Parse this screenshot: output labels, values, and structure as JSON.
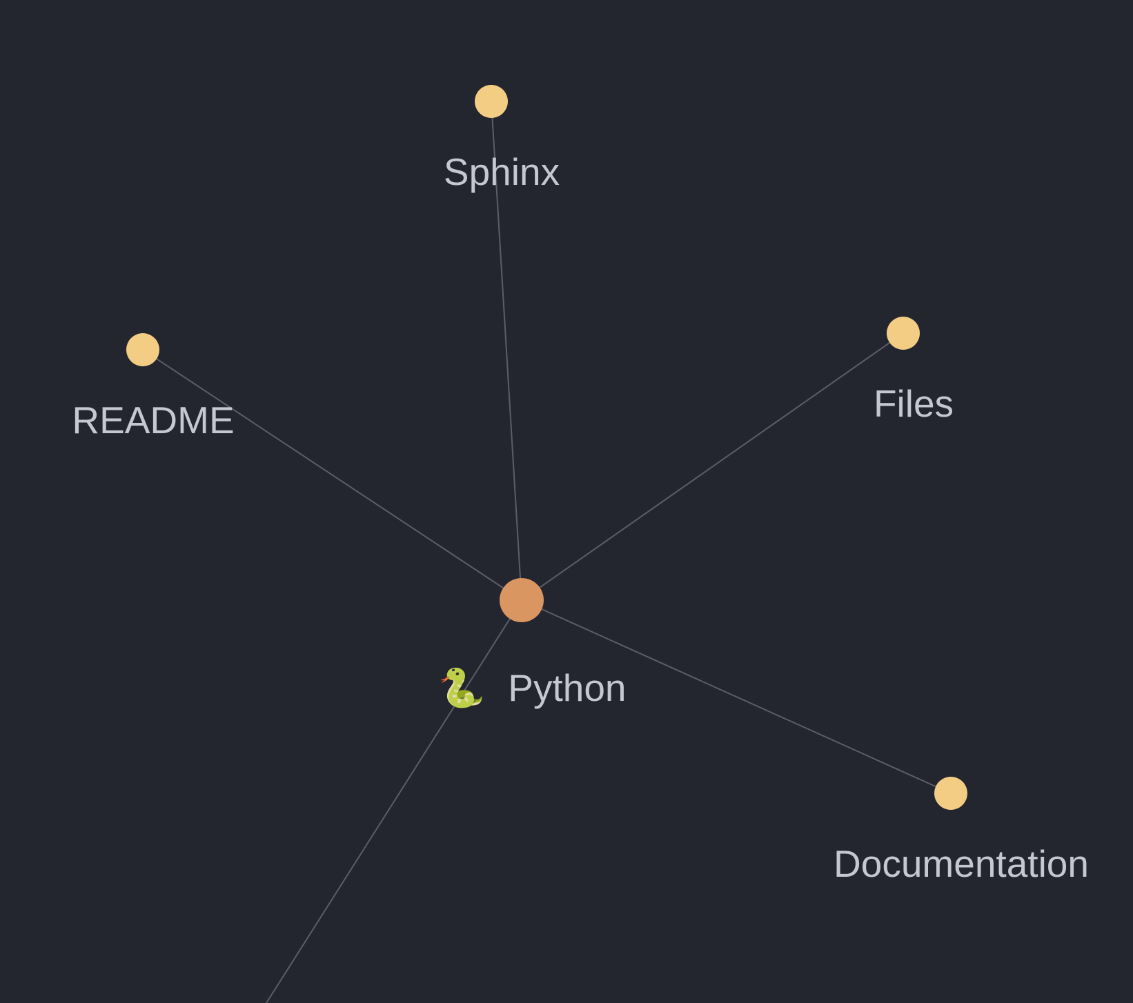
{
  "graph": {
    "center": {
      "label": "Python",
      "emoji": "🐍",
      "color": "#d99661"
    },
    "leaf_color": "#f4cd85",
    "edge_color": "#5a5e68",
    "label_color": "#c5c8d3",
    "background": "#24262f",
    "nodes": [
      {
        "id": "sphinx",
        "label": "Sphinx"
      },
      {
        "id": "readme",
        "label": "README"
      },
      {
        "id": "files",
        "label": "Files"
      },
      {
        "id": "documentation",
        "label": "Documentation"
      }
    ],
    "edges": [
      {
        "from": "python",
        "to": "sphinx"
      },
      {
        "from": "python",
        "to": "readme"
      },
      {
        "from": "python",
        "to": "files"
      },
      {
        "from": "python",
        "to": "documentation"
      },
      {
        "from": "python",
        "to": "offscreen"
      }
    ]
  }
}
